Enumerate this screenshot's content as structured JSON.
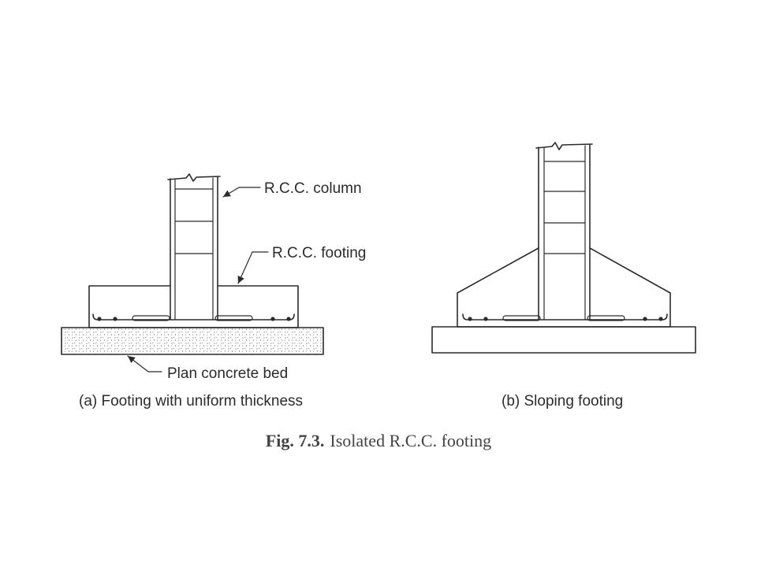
{
  "figure": {
    "caption_label": "Fig. 7.3.",
    "caption_text": "Isolated R.C.C. footing"
  },
  "diagram_a": {
    "caption": "(a) Footing with uniform thickness",
    "label_column": "R.C.C. column",
    "label_footing": "R.C.C. footing",
    "label_bed": "Plan concrete bed"
  },
  "diagram_b": {
    "caption": "(b) Sloping footing"
  },
  "colors": {
    "ink": "#2b2b2b",
    "caption_ink": "#444444",
    "background": "#ffffff"
  }
}
